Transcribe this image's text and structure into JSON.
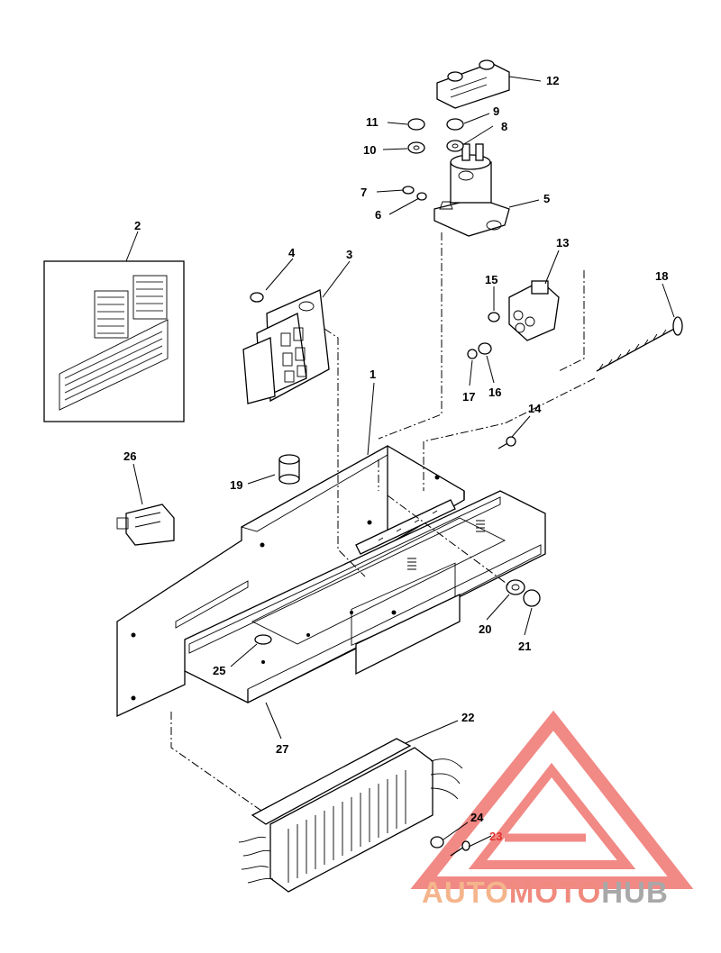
{
  "diagram": {
    "callouts": [
      "1",
      "2",
      "3",
      "4",
      "5",
      "6",
      "7",
      "8",
      "9",
      "10",
      "11",
      "12",
      "13",
      "14",
      "15",
      "16",
      "17",
      "18",
      "19",
      "20",
      "21",
      "22",
      "23",
      "24",
      "25",
      "26",
      "27"
    ]
  },
  "watermark": {
    "brand_part1": "AUTO",
    "brand_part2": "MOTO",
    "brand_part3": "HUB",
    "colors": {
      "part1": "#f5b58c",
      "part2": "#f08a7e",
      "part3": "#a8a8a8",
      "triangle": "#ef7570"
    }
  }
}
